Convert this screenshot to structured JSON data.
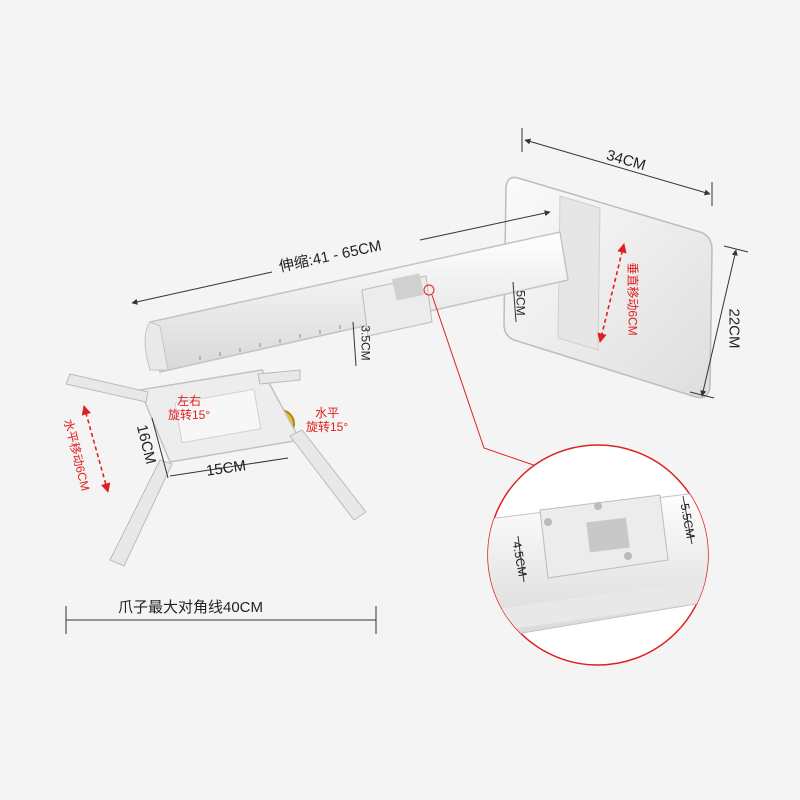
{
  "labels": {
    "plate_width": "34CM",
    "plate_height": "22CM",
    "extension": "伸缩:41 - 65CM",
    "arm_height": "5CM",
    "bar_height": "3.5CM",
    "vertical_move": "垂直移动6CM",
    "horizontal_move": "水平移动6CM",
    "bracket_height": "16CM",
    "bracket_width": "15CM",
    "rotate_lr_line1": "左右",
    "rotate_lr_line2": "旋转15°",
    "rotate_level_line1": "水平",
    "rotate_level_line2": "旋转15°",
    "claw_diagonal": "爪子最大对角线40CM",
    "zoom_width": "4.5CM",
    "zoom_height": "5.5CM"
  },
  "colors": {
    "background": "#f4f4f4",
    "metal": "#f2f2f2",
    "accent": "#e02020",
    "knob": "#e8c020"
  }
}
